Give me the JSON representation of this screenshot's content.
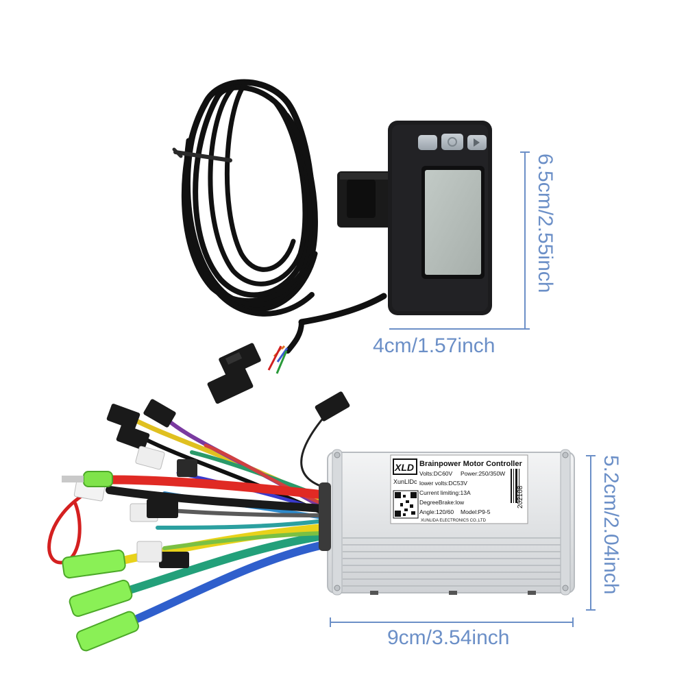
{
  "dimensions": {
    "display_height": "6.5cm/2.55inch",
    "display_width": "4cm/1.57inch",
    "controller_height": "5.2cm/2.04inch",
    "controller_width": "9cm/3.54inch"
  },
  "controller_label": {
    "logo": "XLD",
    "brand": "XunLIDc",
    "title": "Brainpower Motor Controller",
    "volts": "Volts:DC60V",
    "power": "Power:250/350W",
    "lower_volts": "lower volts:DC53V",
    "current": "Current limiting:13A",
    "brake": "DegreeBrake:low",
    "angle": "Angle:120/60",
    "model": "Model:P9-5",
    "maker": "XUNLIDA ELECTRONICS CO.,LTD",
    "batch": "202108"
  },
  "colors": {
    "accent": "#6b8fc7",
    "housing": "#e4e6e8",
    "display_body": "#1c1c1e",
    "lcd": "#b4bcb8",
    "cable": "#111111"
  }
}
